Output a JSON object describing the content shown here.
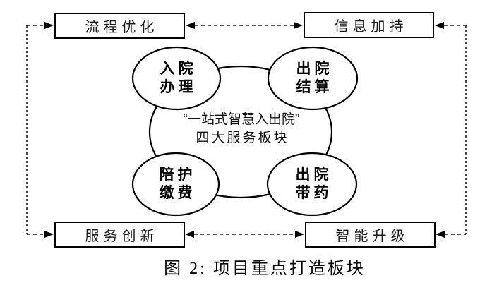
{
  "figure": {
    "boxes": {
      "top_left": "流程优化",
      "top_right": "信息加持",
      "bottom_left": "服务创新",
      "bottom_right": "智能升级"
    },
    "center_label": {
      "line1": "“一站式智慧入出院”",
      "line2": "四大服务板块"
    },
    "circles": {
      "top_left": {
        "line1": "入院",
        "line2": "办理"
      },
      "top_right": {
        "line1": "出院",
        "line2": "结算"
      },
      "bottom_left": {
        "line1": "陪护",
        "line2": "缴费"
      },
      "bottom_right": {
        "line1": "出院",
        "line2": "带药"
      }
    },
    "caption": "图 2: 项目重点打造板块",
    "colors": {
      "stroke": "#000000",
      "dashed_line": "#1a1a1a",
      "background": "#ffffff"
    }
  }
}
